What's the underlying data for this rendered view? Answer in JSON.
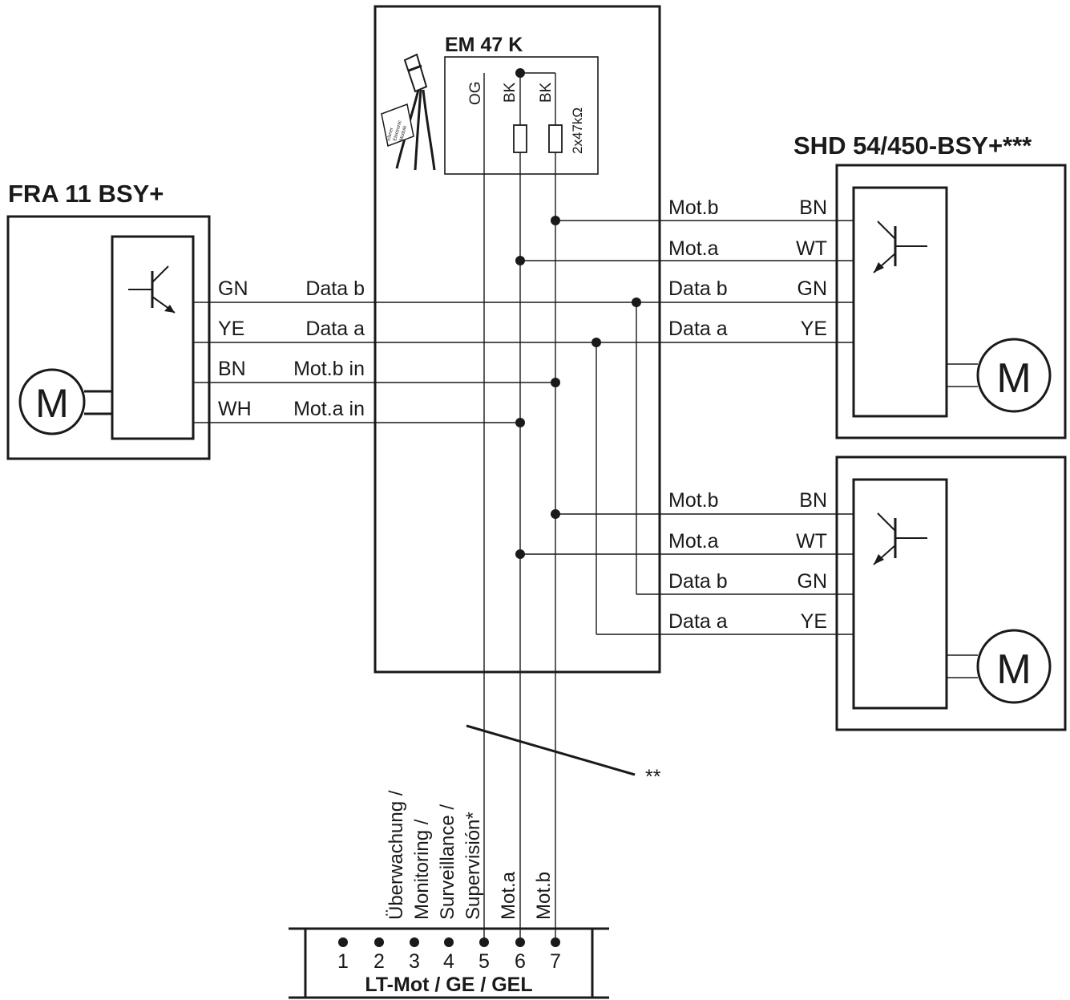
{
  "devices": {
    "fra": "FRA 11 BSY+",
    "em": "EM 47 K",
    "shd": "SHD 54/450-BSY+***",
    "terminal": "LT-Mot / GE / GEL"
  },
  "em_internal": {
    "og": "OG",
    "bk1": "BK",
    "bk2": "BK",
    "resistors": "2x47kΩ"
  },
  "motor_symbol": "M",
  "fra_wires": [
    {
      "color": "GN",
      "signal": "Data b"
    },
    {
      "color": "YE",
      "signal": "Data a"
    },
    {
      "color": "BN",
      "signal": "Mot.b in"
    },
    {
      "color": "WH",
      "signal": "Mot.a in"
    }
  ],
  "shd_upper_wires": [
    {
      "signal": "Mot.b",
      "color": "BN"
    },
    {
      "signal": "Mot.a",
      "color": "WT"
    },
    {
      "signal": "Data b",
      "color": "GN"
    },
    {
      "signal": "Data a",
      "color": "YE"
    }
  ],
  "shd_lower_wires": [
    {
      "signal": "Mot.b",
      "color": "BN"
    },
    {
      "signal": "Mot.a",
      "color": "WT"
    },
    {
      "signal": "Data b",
      "color": "GN"
    },
    {
      "signal": "Data a",
      "color": "YE"
    }
  ],
  "cable_note": "**",
  "terminal_labels": {
    "t5": [
      "Überwachung /",
      "Monitoring /",
      "Surveillance /",
      "Supervisión*"
    ],
    "t6": "Mot.a",
    "t7": "Mot.b"
  },
  "terminal_numbers": [
    "1",
    "2",
    "3",
    "4",
    "5",
    "6",
    "7"
  ],
  "module_sticker": [
    "Elsner",
    "Electronic",
    "Module"
  ]
}
